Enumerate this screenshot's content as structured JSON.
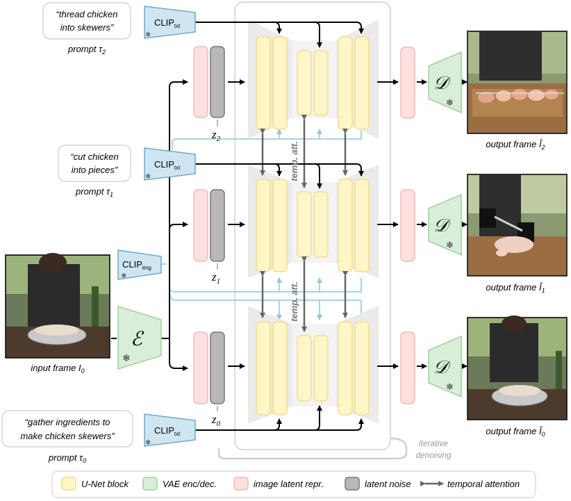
{
  "prompts": {
    "p2": {
      "line1": "“thread chicken",
      "line2": "into skewers”",
      "label": "prompt τ",
      "sub": "2"
    },
    "p1": {
      "line1": "“cut chicken",
      "line2": "into pieces”",
      "label": "prompt τ",
      "sub": "1"
    },
    "p0": {
      "line1": "“gather ingredients to",
      "line2": "make chicken skewers”",
      "label": "prompt τ",
      "sub": "0"
    }
  },
  "encoders": {
    "clip_txt": {
      "base": "CLIP",
      "sub": "txt"
    },
    "clip_img": {
      "base": "CLIP",
      "sub": "img"
    },
    "vae_enc": "ℰ",
    "vae_dec": "𝒟",
    "frozen_symbol": "❄"
  },
  "latents": {
    "z2": {
      "base": "z",
      "sub": "2"
    },
    "z1": {
      "base": "z",
      "sub": "1"
    },
    "z0": {
      "base": "z",
      "sub": "0"
    }
  },
  "temporal_label": "temp. att.",
  "iterative": {
    "line1": "iterative",
    "line2": "denoising"
  },
  "input_frame": {
    "label": "input frame I",
    "sub": "0"
  },
  "output_frames": {
    "f2": {
      "label": "output frame Î",
      "sub": "2"
    },
    "f1": {
      "label": "output frame Î",
      "sub": "1"
    },
    "f0": {
      "label": "output frame Î",
      "sub": "0"
    }
  },
  "legend": [
    {
      "label": "U-Net block",
      "color": "#fff6c7",
      "stroke": "#f3dc8c"
    },
    {
      "label": "VAE enc/dec.",
      "color": "#d9eed8",
      "stroke": "#9fcf9d"
    },
    {
      "label": "image latent repr.",
      "color": "#fde0e0",
      "stroke": "#f3b8b8"
    },
    {
      "label": "latent noise",
      "color": "#b8b8b8",
      "stroke": "#777777"
    },
    {
      "label": "temporal attention",
      "color": "#666666",
      "stroke": "#666666"
    }
  ],
  "colors": {
    "clip": "#cfe6f2",
    "clip_stroke": "#6fa9c9",
    "arrow": "#000000",
    "clip_line": "#a9d3e6",
    "unet_bg": "#ebebeb"
  }
}
